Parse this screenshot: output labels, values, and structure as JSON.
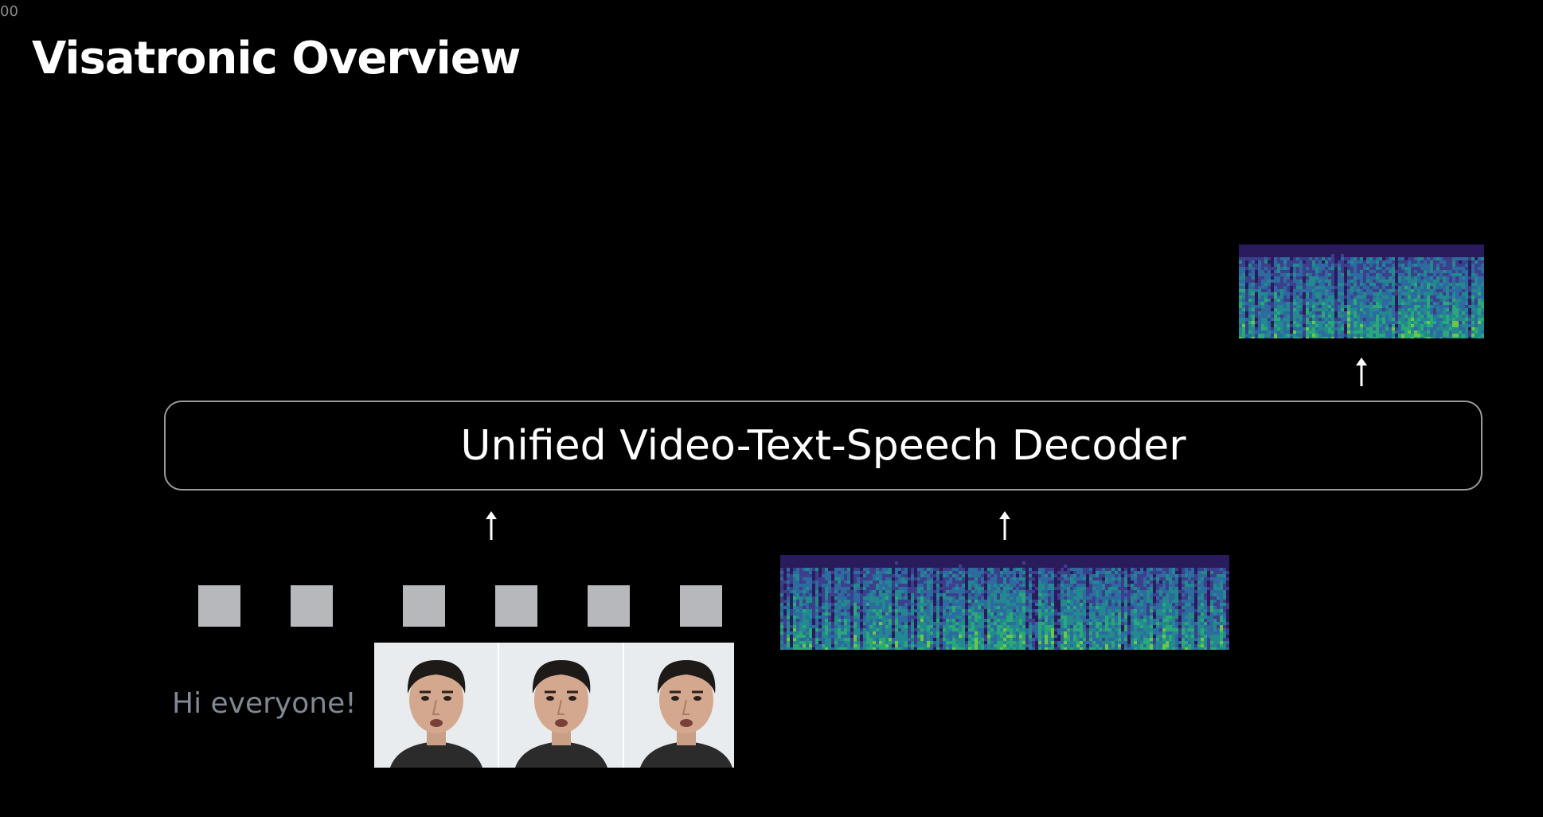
{
  "slide": {
    "corner_label": "00",
    "title": "Visatronic Overview"
  },
  "decoder": {
    "label": "Unified Video-Text-Speech Decoder"
  },
  "inputs": {
    "text": "Hi everyone!",
    "video_token_count": 6,
    "video_frame_count": 3
  },
  "icons": {
    "arrow": "up-arrow-icon",
    "spectrogram": "mel-spectrogram",
    "face": "speaker-face-frame"
  },
  "colors": {
    "background": "#000000",
    "text": "#ffffff",
    "input_text": "#7f8893",
    "token": "#b7b8bb",
    "decoder_border": "#9a9a9a",
    "spectrogram_low": "#3b1f6e",
    "spectrogram_mid": "#1f9a8a",
    "spectrogram_high": "#c8e020"
  }
}
